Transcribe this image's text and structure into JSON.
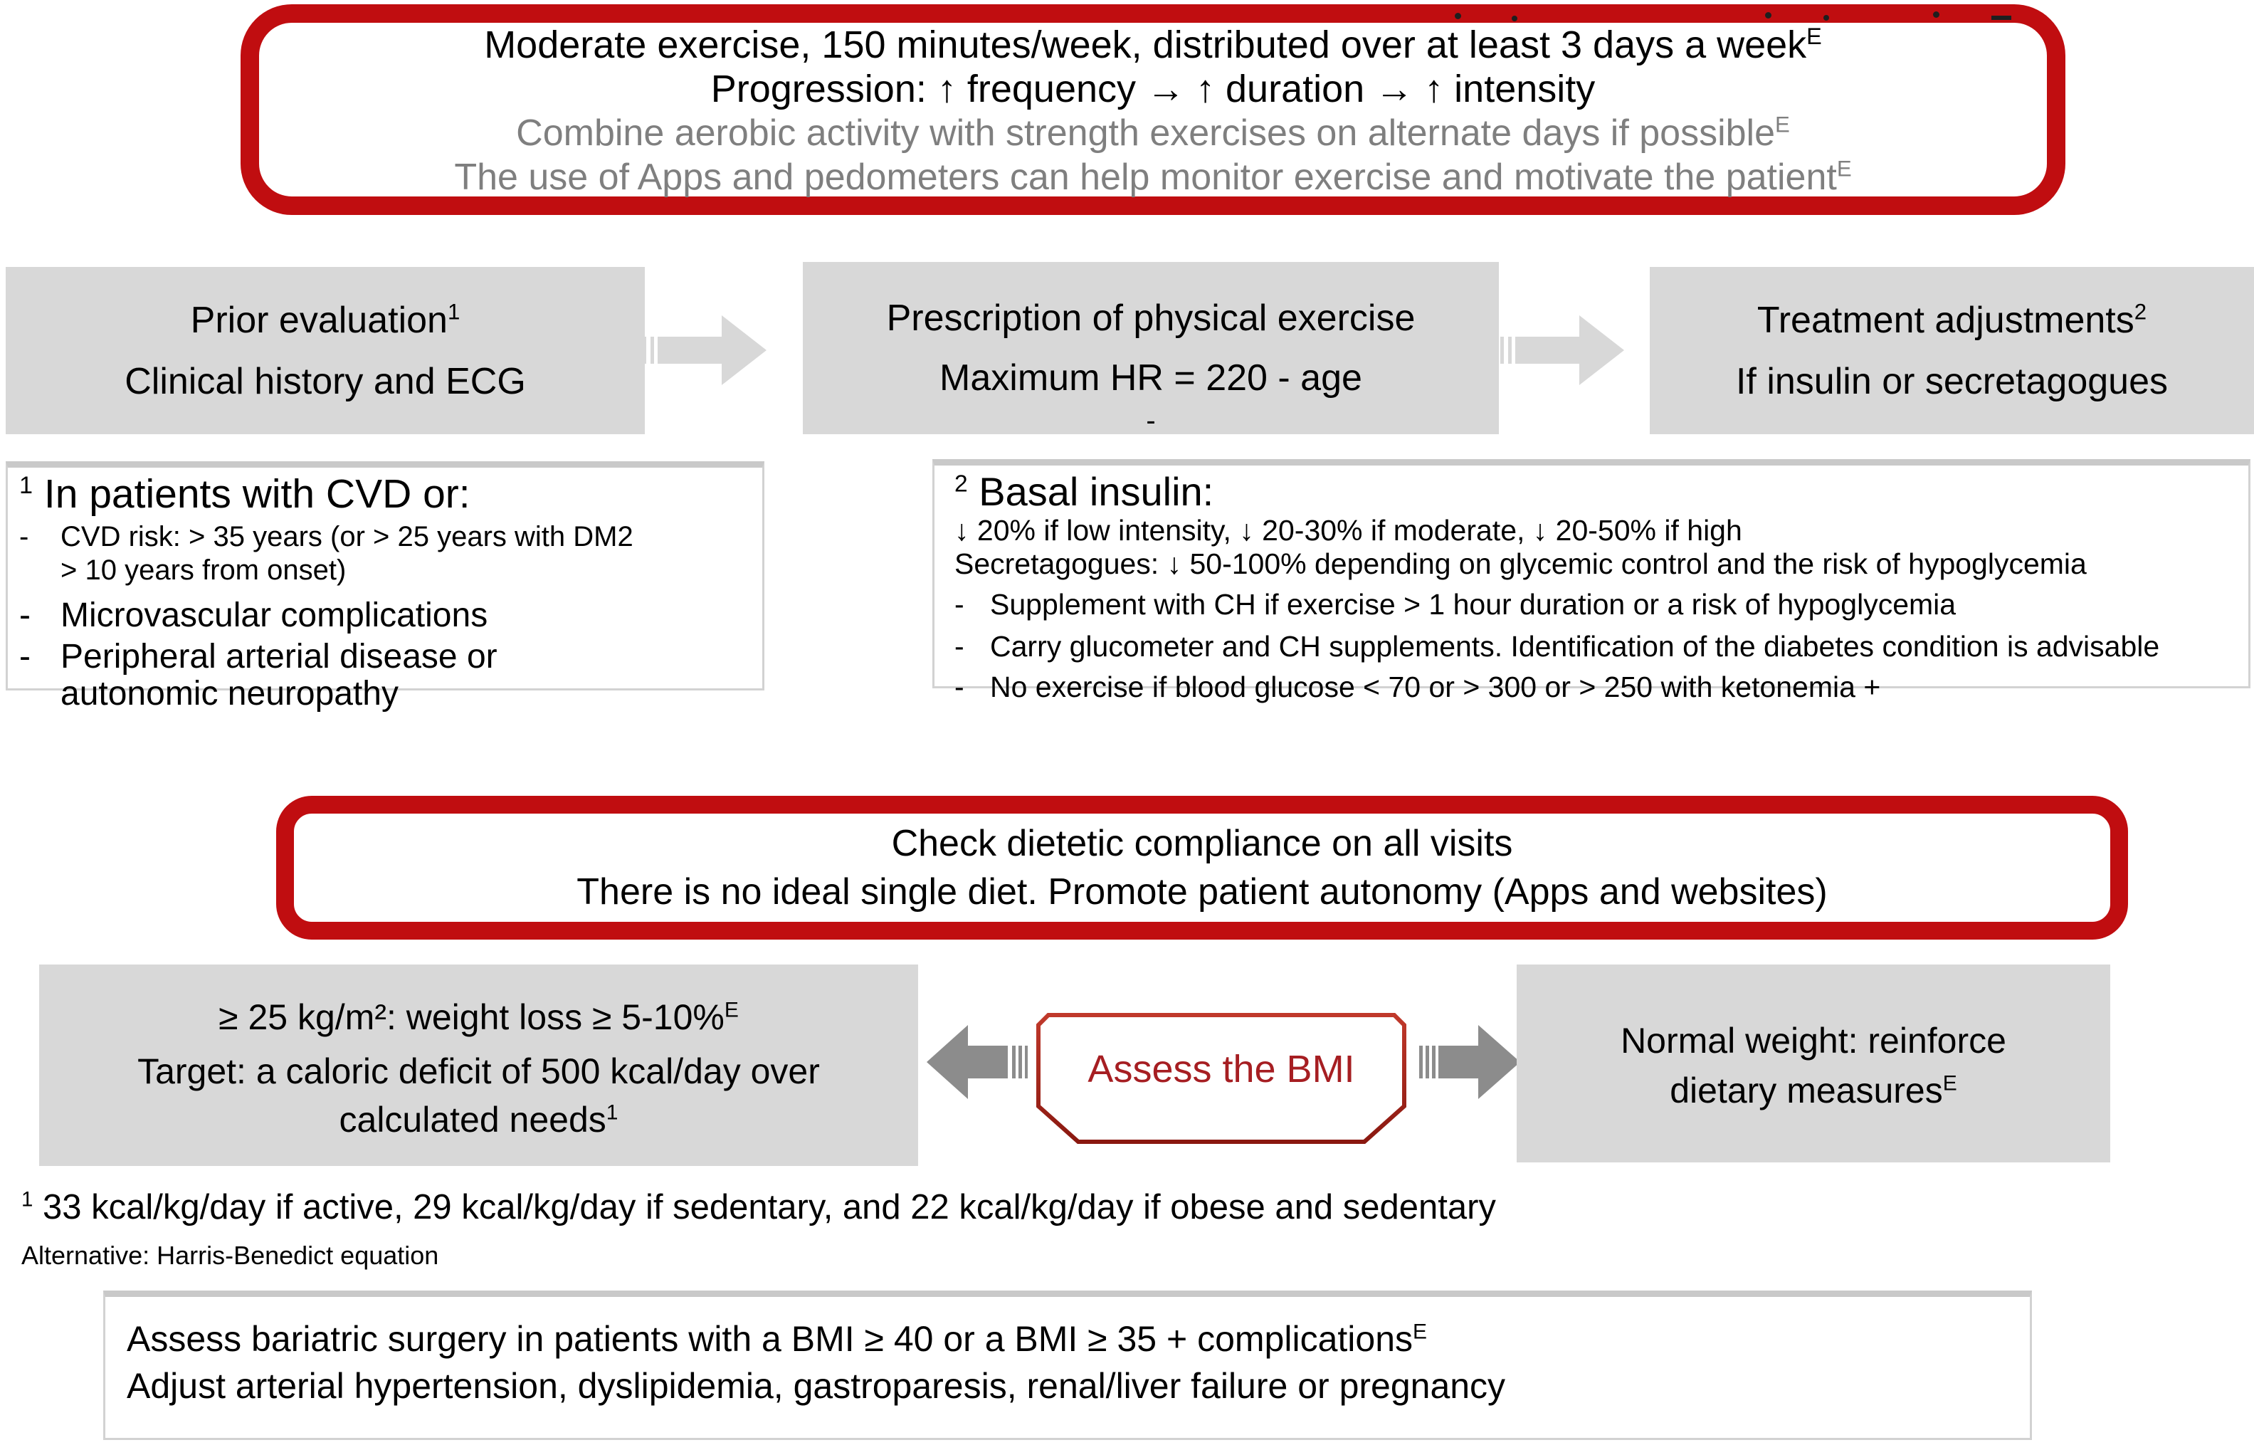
{
  "colors": {
    "accent_red": "#c00d10",
    "shape_border_red": "#a93226",
    "shape_text_red": "#a61e22",
    "box_gray": "#d8d8d8",
    "muted_text_gray": "#7f7f7f",
    "dark_arrow_gray": "#8c8c8c"
  },
  "top_box": {
    "line1": "Moderate exercise, 150 minutes/week, distributed over at least 3 days a week",
    "line1_sup": "E",
    "line2": "Progression: ↑ frequency → ↑ duration → ↑ intensity",
    "line3": "Combine aerobic activity with strength exercises on alternate days if possible",
    "line3_sup": "E",
    "line4": "The use of Apps and pedometers can help monitor exercise and motivate the patient",
    "line4_sup": "E"
  },
  "flow_row": {
    "prior_box": {
      "line1": "Prior evaluation",
      "line1_sup": "1",
      "line2": "Clinical history and ECG"
    },
    "prescription_box": {
      "line1": "Prescription of physical exercise",
      "line2": "Maximum HR = 220 - age",
      "dash": "-"
    },
    "treatment_box": {
      "line1": "Treatment adjustments",
      "line1_sup": "2",
      "line2": "If insulin or secretagogues"
    }
  },
  "cvd_note": {
    "heading_sup": "1",
    "heading": "In patients with CVD or:",
    "bullet_marker": "-",
    "bullet1_line1": "CVD risk: > 35 years (or > 25 years with DM2",
    "bullet1_line2": "> 10 years from onset)",
    "bullet2": "Microvascular complications",
    "bullet3_line1": "Peripheral arterial disease or",
    "bullet3_line2": "autonomic neuropathy"
  },
  "insulin_note": {
    "heading_sup": "2",
    "heading": "Basal insulin:",
    "line1": "↓ 20% if low intensity, ↓ 20-30% if moderate, ↓ 20-50% if high",
    "line2": "Secretagogues: ↓ 50-100% depending on glycemic control and the risk of hypoglycemia",
    "bullet_marker": "-",
    "bullet1": "Supplement with CH if exercise > 1 hour duration or a risk of hypoglycemia",
    "bullet2": "Carry glucometer and CH supplements. Identification of the diabetes condition is advisable",
    "bullet3": "No exercise if blood glucose < 70 or > 300 or > 250 with ketonemia +"
  },
  "diet_box": {
    "line1": "Check dietetic compliance on all visits",
    "line2": "There is no ideal single diet. Promote patient autonomy (Apps and websites)"
  },
  "bmi_row": {
    "overweight_box": {
      "line1": "≥ 25 kg/m²: weight loss ≥ 5-10%",
      "line1_sup": "E",
      "line2": "Target: a caloric deficit of 500 kcal/day over",
      "line3": "calculated needs",
      "line3_sup": "1"
    },
    "assess_label": "Assess the BMI",
    "normal_box": {
      "line1": "Normal weight: reinforce",
      "line2": "dietary measures",
      "line2_sup": "E"
    }
  },
  "kcal_note": {
    "line1_sup": "1",
    "line1": "33 kcal/kg/day if active, 29 kcal/kg/day if sedentary, and 22 kcal/kg/day if obese and sedentary",
    "line2": "Alternative: Harris-Benedict equation"
  },
  "bariatric_box": {
    "line1": "Assess bariatric surgery in patients with a BMI ≥ 40 or a BMI ≥ 35 + complications",
    "line1_sup": "E",
    "line2": "Adjust arterial hypertension, dyslipidemia, gastroparesis, renal/liver failure or pregnancy"
  }
}
